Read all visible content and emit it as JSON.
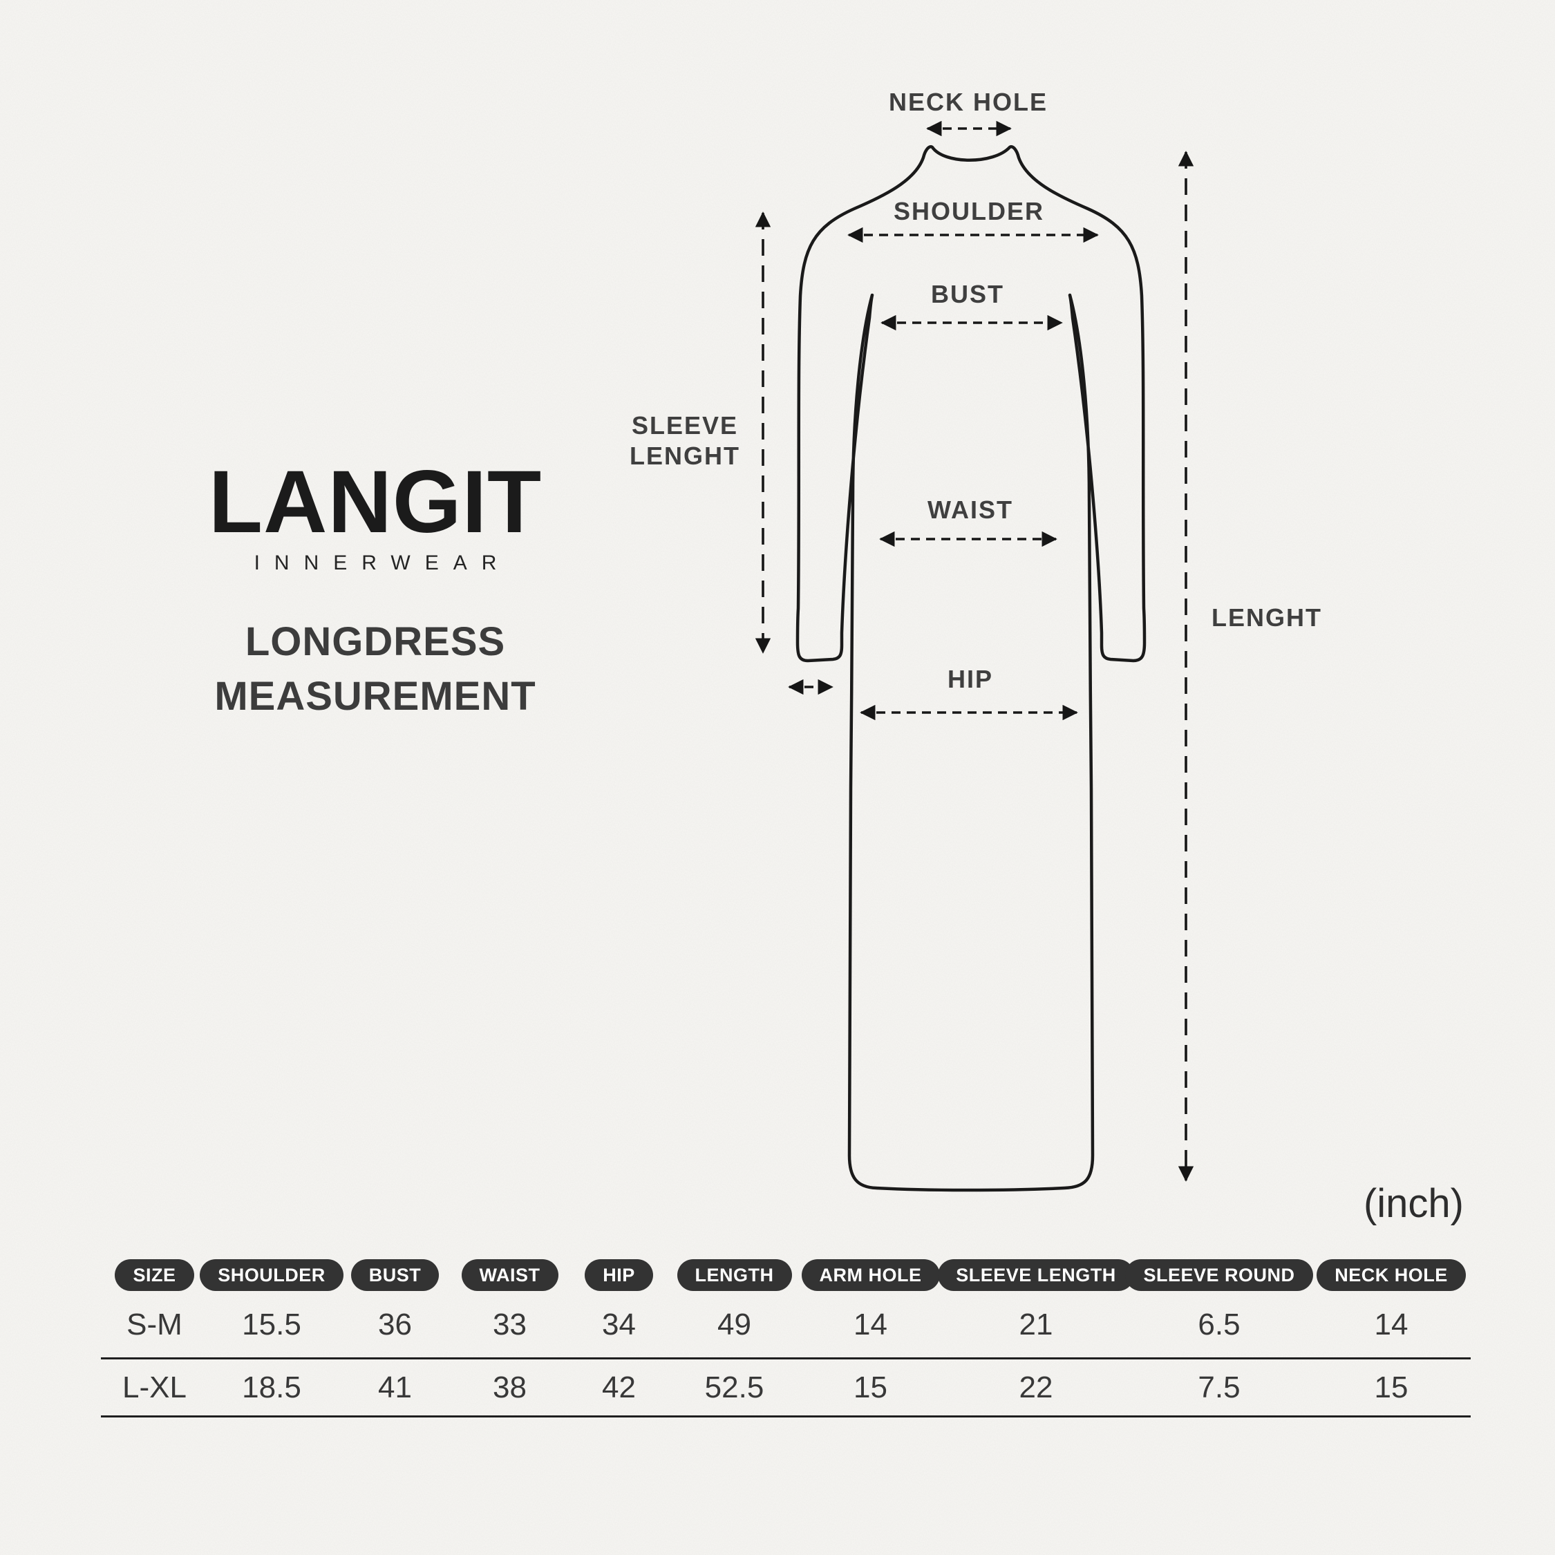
{
  "brand": {
    "name": "LANGIT",
    "subtitle": "INNERWEAR",
    "product_line1": "LONGDRESS",
    "product_line2": "MEASUREMENT"
  },
  "diagram": {
    "labels": {
      "neck_hole": "NECK HOLE",
      "shoulder": "SHOULDER",
      "bust": "BUST",
      "sleeve_line1": "SLEEVE",
      "sleeve_line2": "LENGHT",
      "waist": "WAIST",
      "hip": "HIP",
      "length": "LENGHT"
    }
  },
  "unit_label": "(inch)",
  "size_table": {
    "columns": [
      "SIZE",
      "SHOULDER",
      "BUST",
      "WAIST",
      "HIP",
      "LENGTH",
      "ARM HOLE",
      "SLEEVE LENGTH",
      "SLEEVE ROUND",
      "NECK HOLE"
    ],
    "rows": [
      {
        "size": "S-M",
        "values": [
          "15.5",
          "36",
          "33",
          "34",
          "49",
          "14",
          "21",
          "6.5",
          "14"
        ]
      },
      {
        "size": "L-XL",
        "values": [
          "18.5",
          "41",
          "38",
          "42",
          "52.5",
          "15",
          "22",
          "7.5",
          "15"
        ]
      }
    ]
  },
  "colors": {
    "background": "#f7f6f3",
    "ink": "#1a1a1a",
    "diagram_label": "#3f3f3f",
    "pill_background": "#333333",
    "pill_text": "#ffffff",
    "table_text": "#383838",
    "divider": "#1f1f1f"
  }
}
